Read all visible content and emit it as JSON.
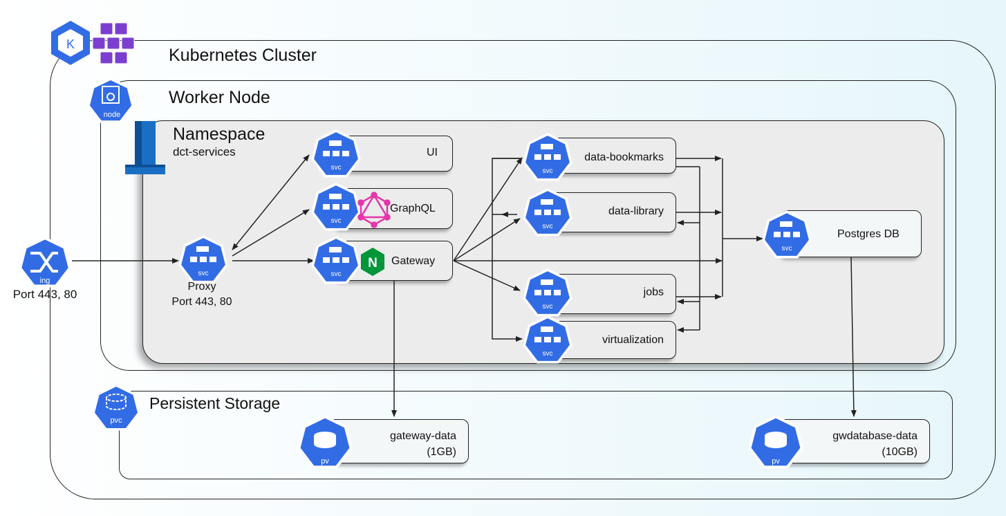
{
  "cluster": {
    "title": "Kubernetes Cluster"
  },
  "worker": {
    "title": "Worker Node",
    "icon_label": "node"
  },
  "namespace": {
    "title": "Namespace",
    "name": "dct-services"
  },
  "ingress": {
    "icon_label": "ing",
    "port": "Port 443, 80"
  },
  "proxy": {
    "icon_label": "svc",
    "name": "Proxy",
    "port": "Port 443, 80"
  },
  "services": {
    "ui": "UI",
    "graphql": "GraphQL",
    "gateway": "Gateway",
    "data_bookmarks": "data-bookmarks",
    "data_library": "data-library",
    "jobs": "jobs",
    "virtualization": "virtualization",
    "postgres": "Postgres DB",
    "svc_label": "svc"
  },
  "storage": {
    "title": "Persistent Storage",
    "icon_label": "pvc",
    "pv_label": "pv",
    "gateway_data": {
      "name": "gateway-data",
      "size": "(1GB)"
    },
    "gwdatabase_data": {
      "name": "gwdatabase-data",
      "size": "(10GB)"
    }
  },
  "logos": {
    "kubernetes_letter": "K",
    "nginx_letter": "N"
  },
  "colors": {
    "k8s_blue": "#326ce5",
    "azure_purple": "#7b3fd0",
    "graphql_pink": "#e535ab",
    "nginx_green": "#009639",
    "namespace_blue": "#1a6fc4"
  }
}
